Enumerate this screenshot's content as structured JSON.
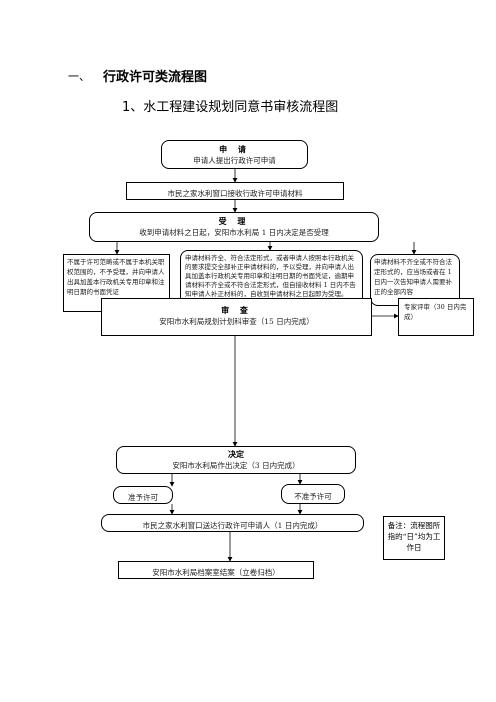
{
  "section_number": "一、",
  "section_title": "行政许可类流程图",
  "chart_title": "1、水工程建设规划同意书审核流程图",
  "apply": {
    "title": "申 请",
    "text": "申请人提出行政许可申请"
  },
  "window_receive": "市民之家水利窗口接收行政许可申请材料",
  "accept": {
    "title": "受 理",
    "text": "收到申请材料之日起，安阳市水利局 1 日内决定是否受理"
  },
  "reject_box": "不属于许可范畴或不属于本机关职权范围的，不予受理，并向申请人出具加盖本行政机关专用印章和注明日期的书面凭证",
  "accept_box": "申请材料齐全、符合法定形式，或者申请人按照本行政机关的要求提交全部补正申请材料的，予以受理，并向申请人出具加盖本行政机关专用印章和注明日期的书面凭证，逾期申请材料不齐全或不符合法定形式，但自接收材料 1 日内不告知申请人补正材料的，自收到申请材料之日起即为受理。",
  "supplement_box": "申请材料不齐全或不符合法定形式的，应当场或者在 1 日内一次告知申请人需要补正的全部内容",
  "review": {
    "title": "审 查",
    "text": "安阳市水利局规划计划科审查（15 日内完成）"
  },
  "expert": "专家评审（30 日内完成）",
  "decision": {
    "title": "决定",
    "text": "安阳市水利局作出决定（3 日内完成）"
  },
  "approve": "准予许可",
  "deny": "不准予许可",
  "deliver": "市民之家水利窗口送达行政许可申请人（1 日内完成）",
  "note": "备注：流程图所指的“日”均为工作日",
  "archive": "安阳市水利局档案室结案（立卷归档）"
}
